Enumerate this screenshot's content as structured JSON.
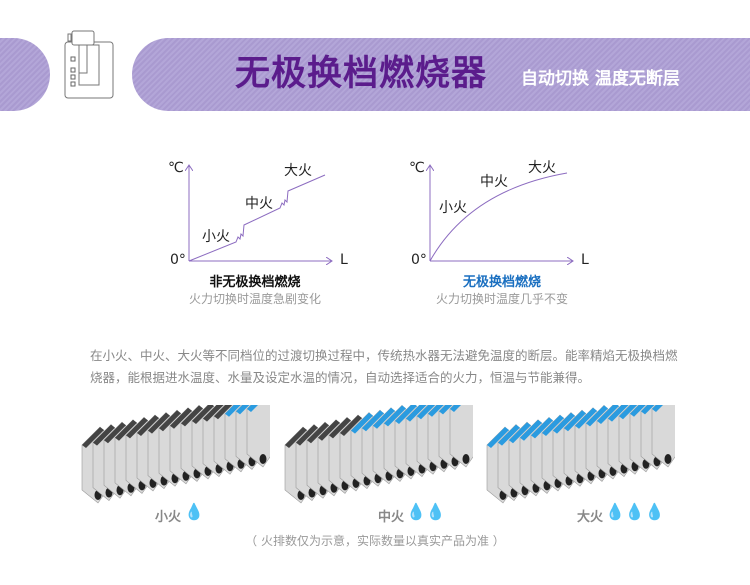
{
  "header": {
    "title": "无极换档燃烧器",
    "subtitle": "自动切换 温度无断层"
  },
  "chart_left": {
    "y_unit": "℃",
    "origin": "0°",
    "x_label": "L",
    "levels": [
      "小火",
      "中火",
      "大火"
    ],
    "caption": "非无极换档燃烧",
    "subcaption": "火力切换时温度急剧变化"
  },
  "chart_right": {
    "y_unit": "℃",
    "origin": "0°",
    "x_label": "L",
    "levels": [
      "小火",
      "中火",
      "大火"
    ],
    "caption": "无极换档燃烧",
    "subcaption": "火力切换时温度几乎不变"
  },
  "description": "在小火、中火、大火等不同档位的过渡切换过程中，传统热水器无法避免温度的断层。能率精焰无极换档燃烧器，能根据进水温度、水量及设定水温的情况，自动选择适合的火力，恒温与节能兼得。",
  "banks": [
    {
      "label": "小火",
      "drops": 1,
      "total": 16,
      "active": 3
    },
    {
      "label": "中火",
      "drops": 2,
      "total": 16,
      "active": 10
    },
    {
      "label": "大火",
      "drops": 3,
      "total": 16,
      "active": 16
    }
  ],
  "colors": {
    "accent": "#5b1c8c",
    "band": "#b3a6d8",
    "flame": "#2a9be0",
    "axis": "#8c6cc0"
  },
  "footnote": "（ 火排数仅为示意，实际数量以真实产品为准 ）"
}
